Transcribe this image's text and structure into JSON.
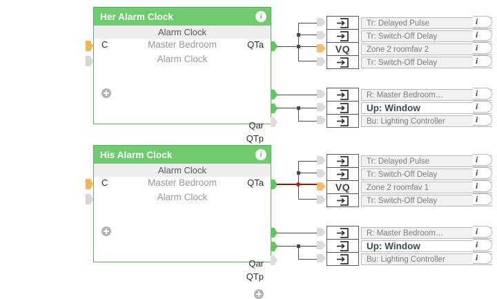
{
  "canvas": {
    "background": "#ffffff",
    "accent_green": "#6ecb6e",
    "accent_orange": "#f5b455",
    "wire_color": "#4a4a4a",
    "wire_highlight": "#8c1b00"
  },
  "groups": [
    {
      "block": {
        "title": "Her Alarm Clock",
        "info_label": "i",
        "type_band": "Alarm Clock",
        "input_label": "C",
        "location_name": "Master Bedroom",
        "device_name": "Alarm Clock",
        "outputs": [
          "QTa",
          "Qar",
          "QTp"
        ],
        "add_input_icon": "plus-circle-icon",
        "add_output_icon": "plus-circle-icon",
        "input_port_icon": "arrow-connector-orange",
        "input_port_icon_secondary": "arrow-connector-grey"
      },
      "targets_top": [
        {
          "icon": "import-into-block-icon",
          "label": "Tr: Delayed Pulse",
          "bold": false,
          "port": "grey",
          "info": "i"
        },
        {
          "icon": "import-into-block-icon",
          "label": "Tr: Switch-Off Delay",
          "bold": false,
          "port": "grey",
          "info": "i"
        },
        {
          "icon": "VQ",
          "label": "Zone 2 roomfav 2",
          "bold": false,
          "port": "orange",
          "info": "i"
        },
        {
          "icon": "import-into-block-icon",
          "label": "Tr: Switch-Off Delay",
          "bold": false,
          "port": "grey",
          "info": "i"
        }
      ],
      "targets_bottom": [
        {
          "icon": "import-into-block-icon",
          "label": "R: Master Bedroom…",
          "bold": false,
          "port": "grey",
          "info": "i"
        },
        {
          "icon": "import-into-block-icon",
          "label": "Up: Window",
          "bold": true,
          "port": "grey",
          "info": "i"
        },
        {
          "icon": "import-into-block-icon",
          "label": "Bu: Lighting Controller",
          "bold": false,
          "port": "grey",
          "info": "i"
        }
      ],
      "wire_highlighted": false
    },
    {
      "block": {
        "title": "His Alarm Clock",
        "info_label": "i",
        "type_band": "Alarm Clock",
        "input_label": "C",
        "location_name": "Master Bedroom",
        "device_name": "Alarm Clock",
        "outputs": [
          "QTa",
          "Qar",
          "QTp"
        ],
        "add_input_icon": "plus-circle-icon",
        "add_output_icon": "plus-circle-icon",
        "input_port_icon": "arrow-connector-orange",
        "input_port_icon_secondary": "arrow-connector-grey"
      },
      "targets_top": [
        {
          "icon": "import-into-block-icon",
          "label": "Tr: Delayed Pulse",
          "bold": false,
          "port": "grey",
          "info": "i"
        },
        {
          "icon": "import-into-block-icon",
          "label": "Tr: Switch-Off Delay",
          "bold": false,
          "port": "grey",
          "info": "i"
        },
        {
          "icon": "VQ",
          "label": "Zone 2 roomfav 1",
          "bold": false,
          "port": "orange",
          "info": "i"
        },
        {
          "icon": "import-into-block-icon",
          "label": "Tr: Switch-Off Delay",
          "bold": false,
          "port": "grey",
          "info": "i"
        }
      ],
      "targets_bottom": [
        {
          "icon": "import-into-block-icon",
          "label": "R: Master Bedroom…",
          "bold": false,
          "port": "grey",
          "info": "i"
        },
        {
          "icon": "import-into-block-icon",
          "label": "Up: Window",
          "bold": true,
          "port": "grey",
          "info": "i"
        },
        {
          "icon": "import-into-block-icon",
          "label": "Bu: Lighting Controller",
          "bold": false,
          "port": "grey",
          "info": "i"
        }
      ],
      "wire_highlighted": true
    }
  ]
}
